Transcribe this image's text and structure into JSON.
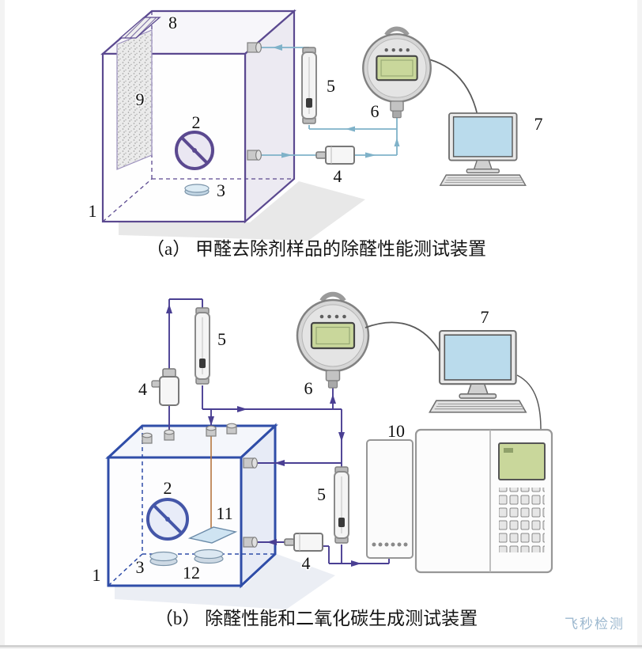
{
  "panel_a": {
    "caption": "（a） 甲醛去除剂样品的除醛性能测试装置",
    "labels": {
      "chamber": "1",
      "fan": "2",
      "dish": "3",
      "pump": "4",
      "flowmeter": "5",
      "detector": "6",
      "computer": "7",
      "inlet_slot": "8",
      "sample_sheet": "9"
    }
  },
  "panel_b": {
    "caption": "（b） 除醛性能和二氧化碳生成测试装置",
    "labels": {
      "chamber": "1",
      "fan": "2",
      "dish_left": "3",
      "pump_left": "4",
      "flowmeter_left": "5",
      "detector": "6",
      "computer": "7",
      "analyzer": "10",
      "sample_tray": "11",
      "dish_right": "12",
      "flowmeter_right": "5",
      "pump_right": "4"
    }
  },
  "watermark": "飞秒检测",
  "colors": {
    "chamber_a_outline": "#5b4990",
    "chamber_b_outline": "#2f4da8",
    "tube_a": "#7fb2c9",
    "tube_b": "#4a3f93",
    "sampling_tube": "#b5763f",
    "detector_screen": "#c9d79b",
    "monitor_screen": "#badbec",
    "watermark": "#9cb8cf"
  }
}
